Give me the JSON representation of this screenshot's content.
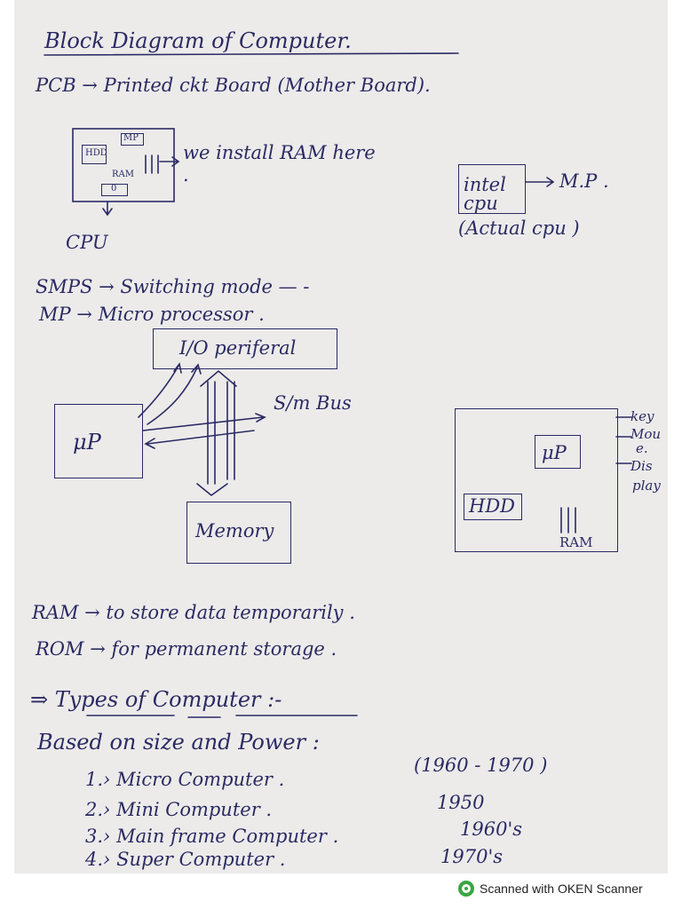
{
  "title": "Block Diagram of Computer.",
  "pcb_line": "PCB → Printed ckt Board (Mother Board).",
  "sketch1": {
    "hdd": "HDD",
    "mp": "MP",
    "ram": "RAM",
    "zero": "0",
    "arrow_note": "we install RAM here .",
    "cpu": "CPU"
  },
  "intel": {
    "box": "intel cpu",
    "arrow_note": "M.P .",
    "note": "(Actual cpu )"
  },
  "smps_line": "SMPS → Switching mode —  -",
  "mp_line": "MP → Micro processor .",
  "diagram": {
    "io": "I/O periferal",
    "mp": "μP",
    "bus": "S/m Bus",
    "memory": "Memory"
  },
  "board": {
    "mp": "μP",
    "hdd": "HDD",
    "ram": "RAM",
    "ports": [
      "key",
      "Mou",
      "e.",
      "Dis",
      "play"
    ]
  },
  "ram_line": "RAM → to store data temporarily .",
  "rom_line": "ROM → for permanent storage .",
  "types_heading": "⇒ Types of Computer :-",
  "based_on": "Based on size and Power :",
  "types": [
    {
      "label": "1.› Micro Computer .",
      "year": "(1960 - 1970 )"
    },
    {
      "label": "2.› Mini Computer .",
      "year": "1950"
    },
    {
      "label": "3.› Main frame Computer .",
      "year": "1960's"
    },
    {
      "label": "4.› Super Computer .",
      "year": "1970's"
    }
  ],
  "footer": "Scanned with OKEN Scanner"
}
